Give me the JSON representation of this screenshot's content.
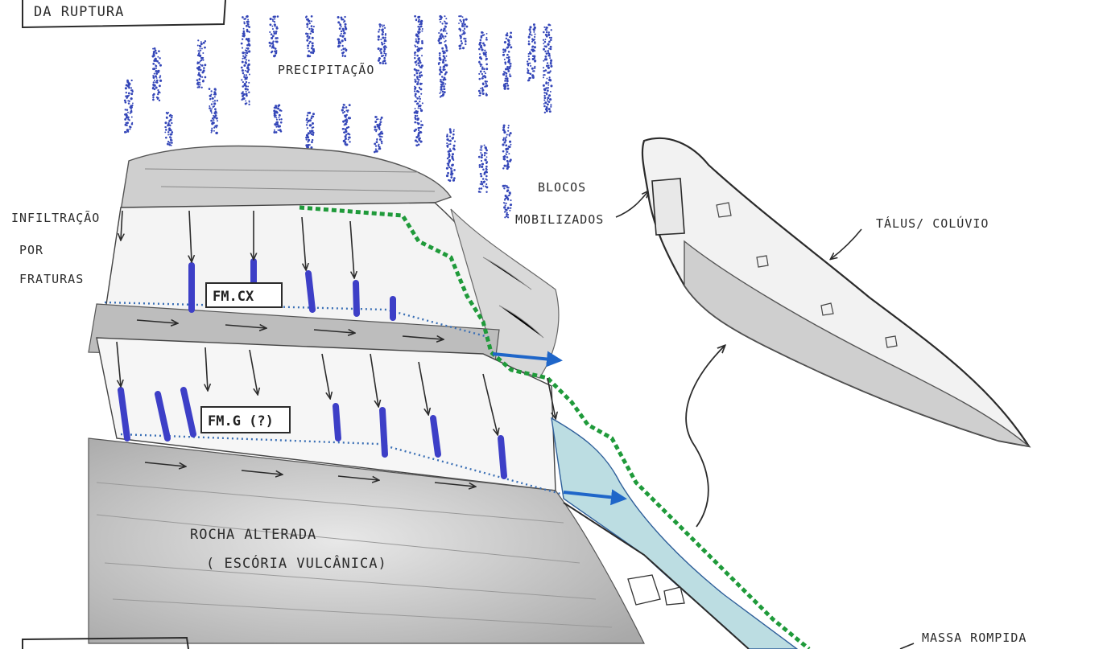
{
  "labels": {
    "top_box": "DA RUPTURA",
    "precipitation": "PRECIPITAÇÃO",
    "blocks_line1": "BLOCOS",
    "blocks_line2": "MOBILIZADOS",
    "infiltration_line1": "INFILTRAÇÃO",
    "infiltration_line2": "POR",
    "infiltration_line3": "FRATURAS",
    "formation_cx": "FM.CX",
    "formation_g": "FM.G (?)",
    "talus": "TÁLUS/ COLÚVIO",
    "weathered_rock_line1": "ROCHA ALTERADA",
    "weathered_rock_line2": "( ESCÓRIA VULCÂNICA)",
    "broken_mass": "MASSA ROMPIDA"
  },
  "colors": {
    "rain": "#3446b8",
    "rupture_line": "#1f9a3a",
    "flow_arrow": "#1f66c9",
    "water_table": "#3a6fb5",
    "broken_mass_fill": "#bcdde2",
    "rock_shading": "#b9b9b9",
    "ink": "#2b2b2b"
  },
  "icons": {
    "rain": "rain-drops-icon",
    "flow": "flow-arrow-icon",
    "infiltration": "infiltration-arrow-icon"
  }
}
